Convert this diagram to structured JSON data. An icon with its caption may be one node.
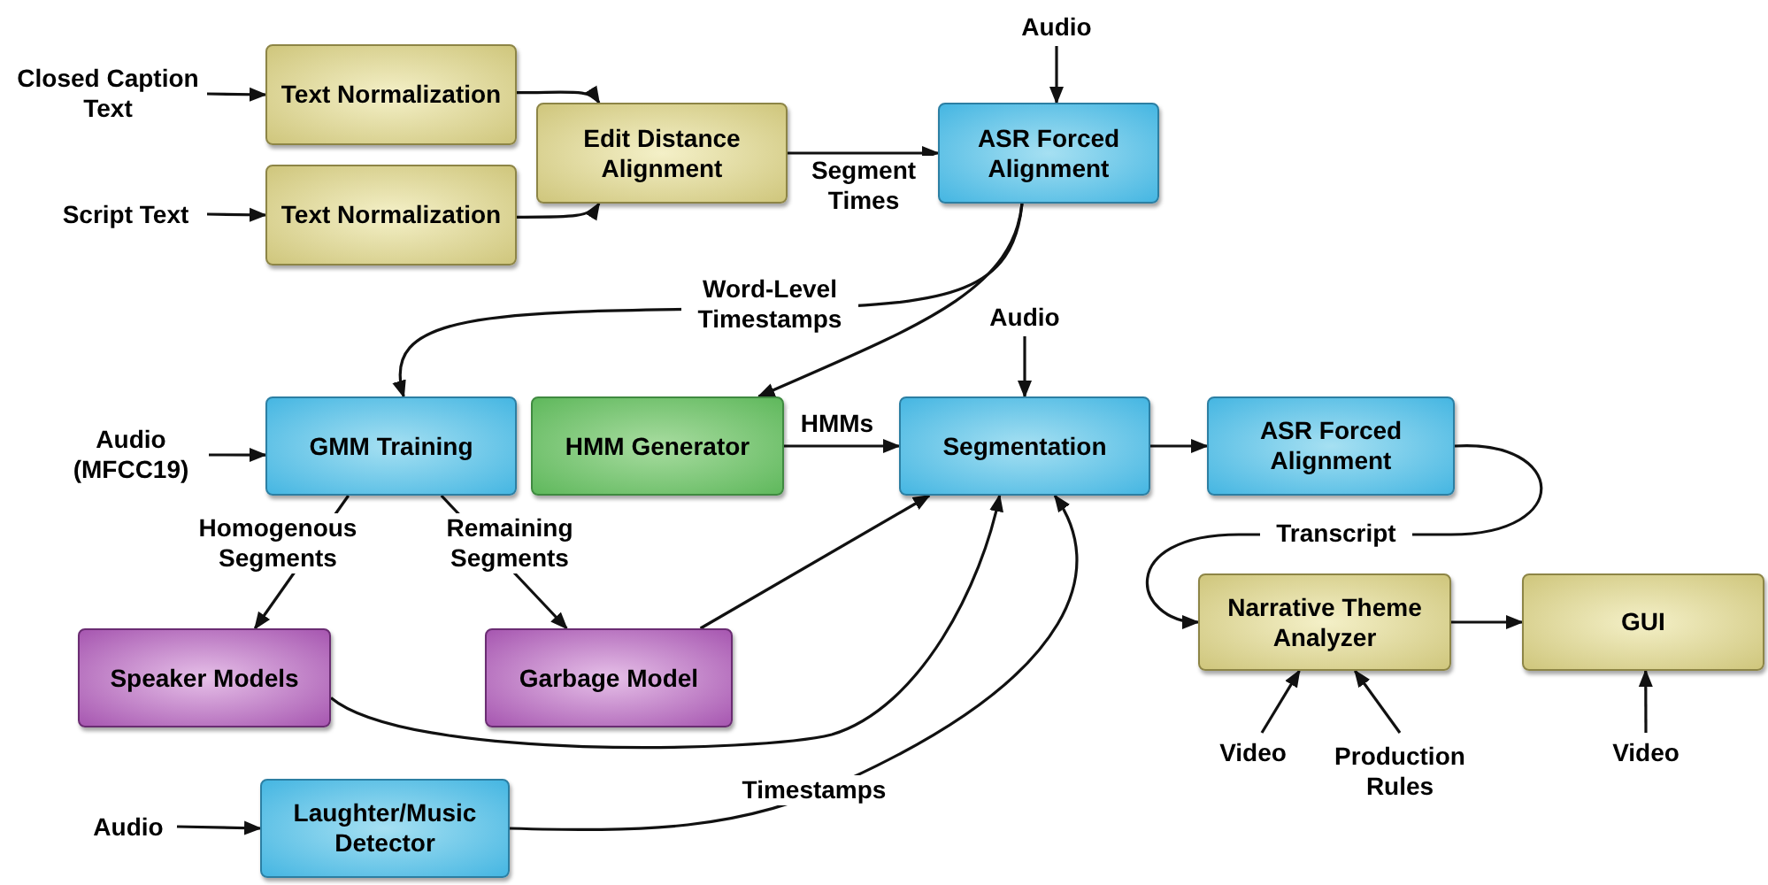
{
  "diagram": {
    "nodes": [
      {
        "text": [
          "Closed Caption Text"
        ]
      },
      {
        "text": [
          "Text Normalization"
        ]
      },
      {
        "text": [
          "Script Text"
        ]
      },
      {
        "text": [
          "Text Normalization"
        ]
      },
      {
        "text": [
          "Edit Distance Alignment"
        ]
      },
      {
        "text": [
          "Audio"
        ]
      },
      {
        "text": [
          "ASR Forced Alignment"
        ]
      },
      {
        "text": [
          "Audio (MFCC19)"
        ]
      },
      {
        "text": [
          "GMM Training"
        ]
      },
      {
        "text": [
          "HMM Generator"
        ]
      },
      {
        "text": [
          "Audio"
        ]
      },
      {
        "text": [
          "Segmentation"
        ]
      },
      {
        "text": [
          "ASR Forced Alignment"
        ]
      },
      {
        "text": [
          "Speaker Models"
        ]
      },
      {
        "text": [
          "Garbage Model"
        ]
      },
      {
        "text": [
          "Narrative Theme Analyzer"
        ]
      },
      {
        "text": [
          "GUI"
        ]
      },
      {
        "text": [
          "Video"
        ]
      },
      {
        "text": [
          "Production Rules"
        ]
      },
      {
        "text": [
          "Video"
        ]
      },
      {
        "text": [
          "Audio"
        ]
      },
      {
        "text": [
          "Laughter/Music Detector"
        ]
      }
    ],
    "edges": [
      {
        "from": 0,
        "to": 1,
        "arrow": "to"
      },
      {
        "from": 2,
        "to": 3,
        "arrow": "to"
      },
      {
        "from": 1,
        "to": 4,
        "arrow": "to"
      },
      {
        "from": 3,
        "to": 4,
        "arrow": "to"
      },
      {
        "from": 4,
        "to": 6,
        "arrow": "to",
        "label": "Segment Times"
      },
      {
        "from": 5,
        "to": 6,
        "arrow": "to"
      },
      {
        "from": 6,
        "to": 8,
        "arrow": "to",
        "label": "Word-Level Timestamps"
      },
      {
        "from": 6,
        "to": 9,
        "arrow": "to"
      },
      {
        "from": 7,
        "to": 8,
        "arrow": "to"
      },
      {
        "from": 9,
        "to": 11,
        "arrow": "to",
        "label": "HMMs"
      },
      {
        "from": 10,
        "to": 11,
        "arrow": "to"
      },
      {
        "from": 11,
        "to": 12,
        "arrow": "to"
      },
      {
        "from": 12,
        "to": 15,
        "arrow": "to",
        "label": "Transcript"
      },
      {
        "from": 15,
        "to": 16,
        "arrow": "to"
      },
      {
        "from": 17,
        "to": 15,
        "arrow": "to"
      },
      {
        "from": 18,
        "to": 15,
        "arrow": "to"
      },
      {
        "from": 19,
        "to": 16,
        "arrow": "to"
      },
      {
        "from": 8,
        "to": 13,
        "arrow": "to",
        "label": "Homogenous Segments"
      },
      {
        "from": 8,
        "to": 14,
        "arrow": "to",
        "label": "Remaining Segments"
      },
      {
        "from": 14,
        "to": 11,
        "arrow": "to"
      },
      {
        "from": 13,
        "to": 11,
        "arrow": "to"
      },
      {
        "from": 21,
        "to": 11,
        "arrow": "to",
        "label": "Timestamps"
      },
      {
        "from": 20,
        "to": 21,
        "arrow": "to"
      }
    ]
  }
}
